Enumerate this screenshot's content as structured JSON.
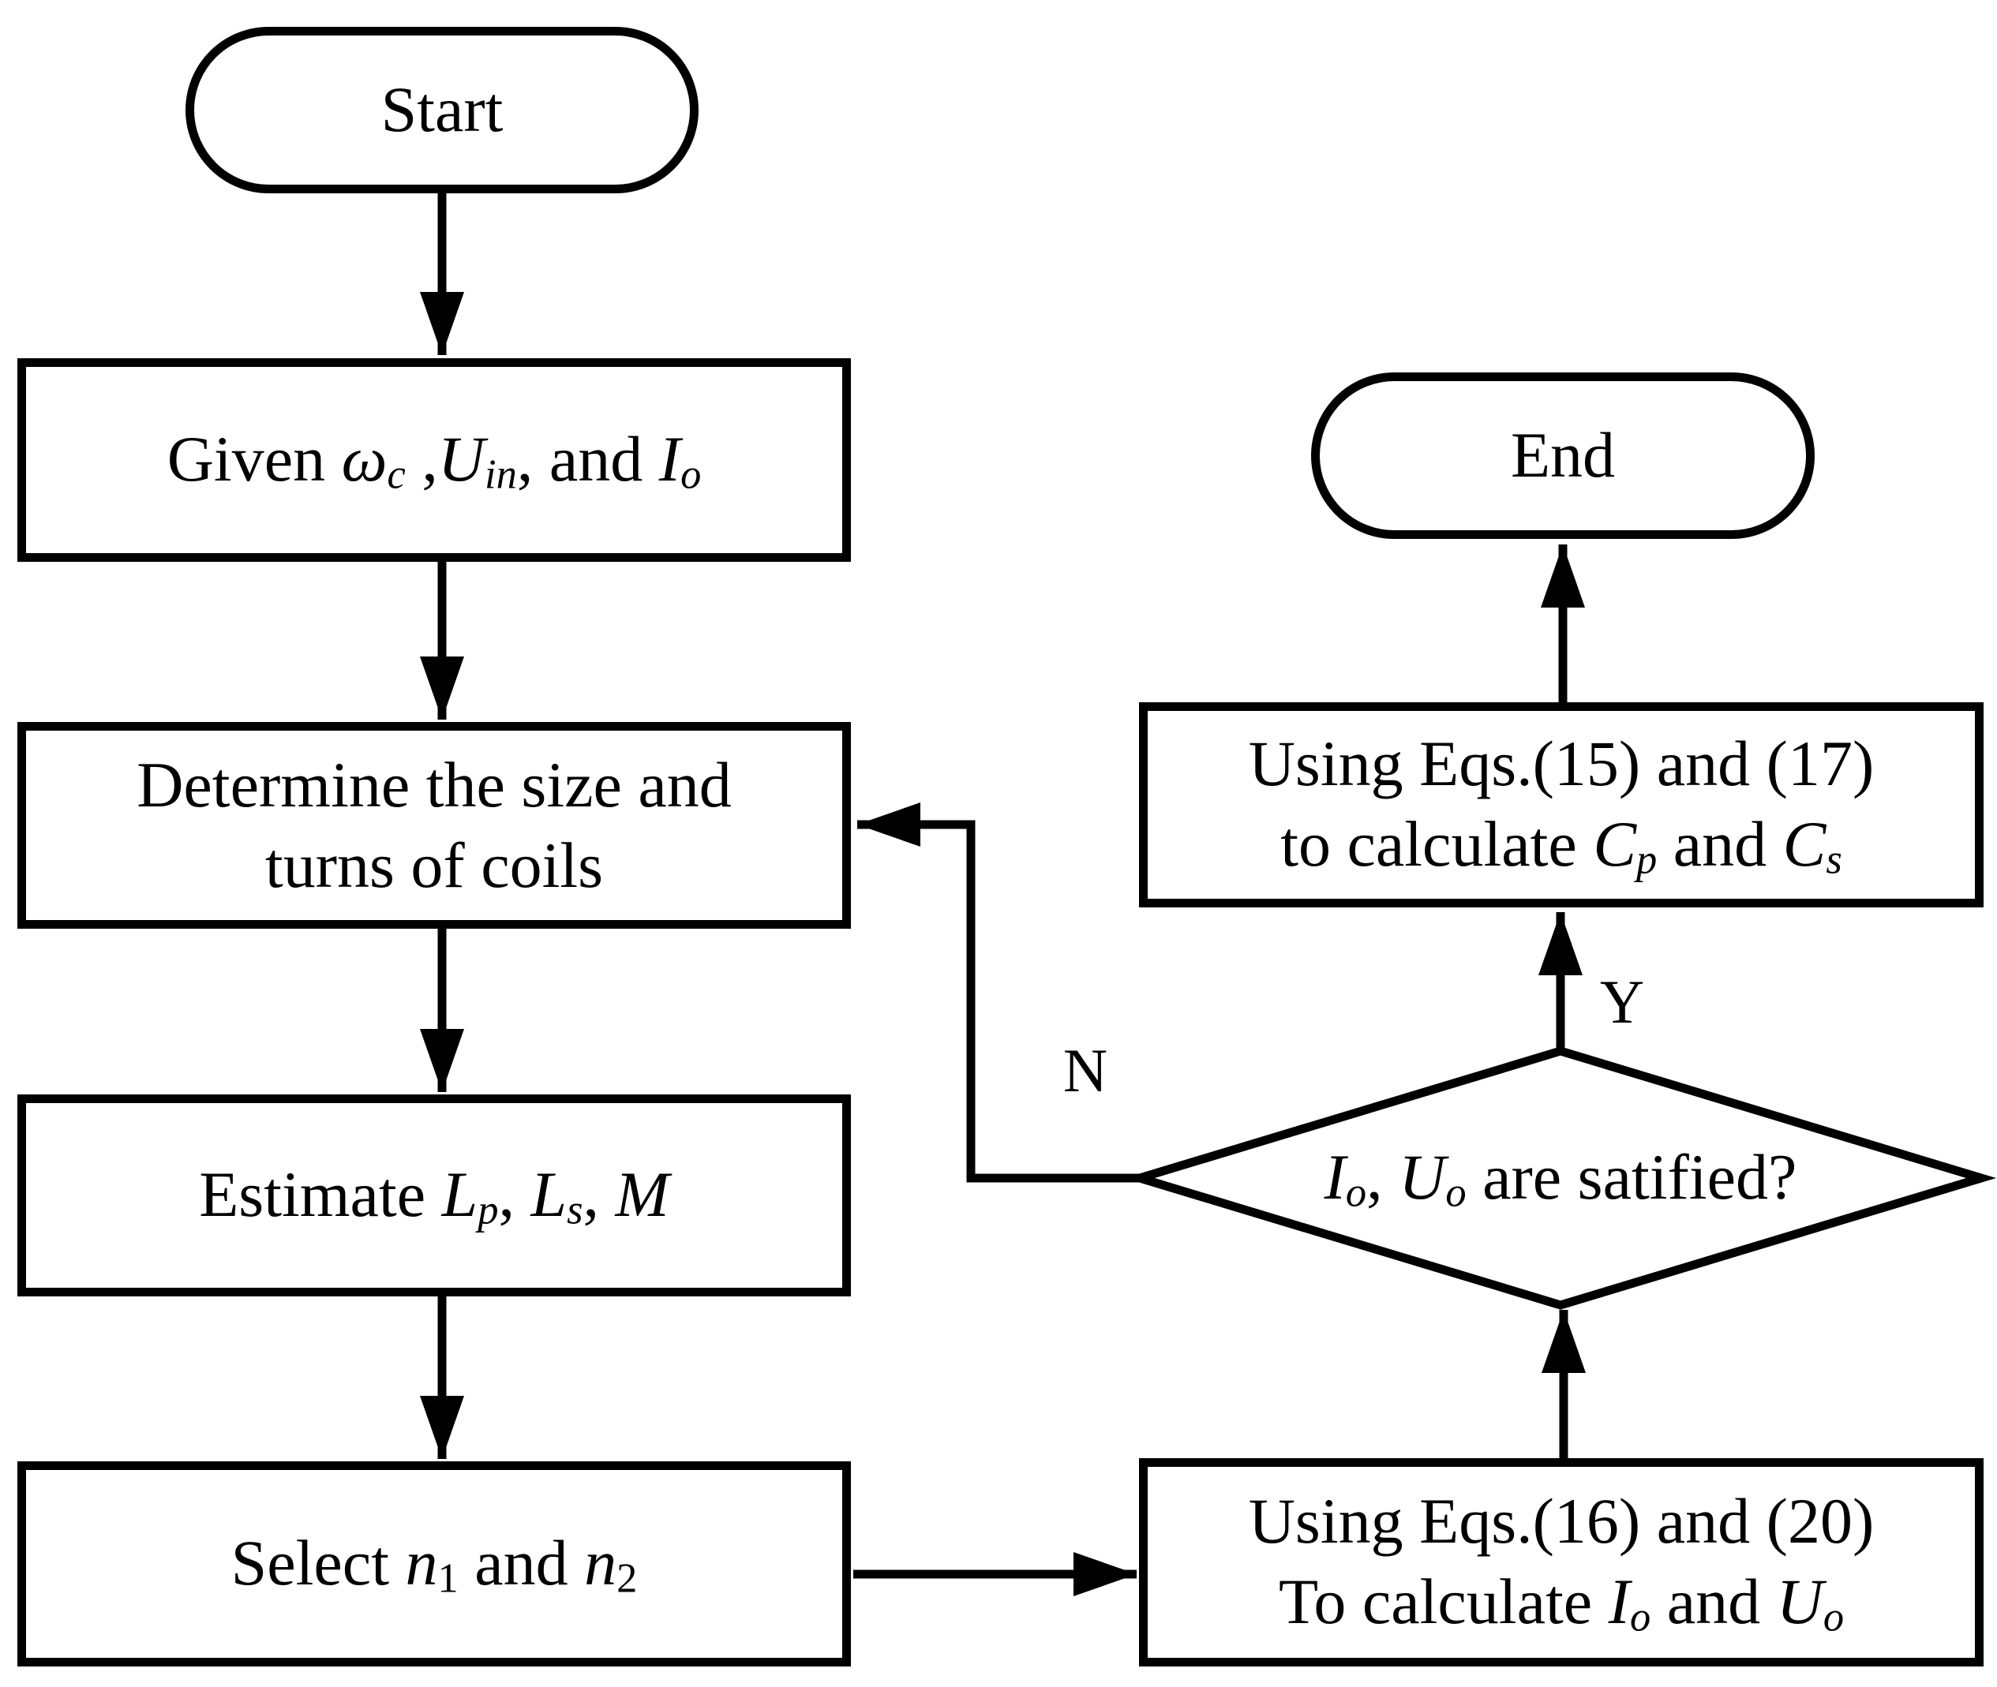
{
  "flowchart": {
    "background": "#ffffff",
    "stroke_color": "#000000",
    "node_fill": "#ffffff",
    "nodes": {
      "start": {
        "type": "terminator",
        "label": "Start"
      },
      "given": {
        "type": "process",
        "lines": [
          [
            {
              "t": "Given "
            },
            {
              "t": "ω",
              "i": 1
            },
            {
              "t": "c",
              "i": 1,
              "s": 1
            },
            {
              "t": " ,"
            },
            {
              "t": "U",
              "i": 1
            },
            {
              "t": "in",
              "i": 1,
              "s": 1
            },
            {
              "t": ", and "
            },
            {
              "t": "I",
              "i": 1
            },
            {
              "t": "o",
              "i": 1,
              "s": 1
            }
          ]
        ]
      },
      "determine": {
        "type": "process",
        "lines": [
          [
            {
              "t": "Determine the size and"
            }
          ],
          [
            {
              "t": "turns of coils"
            }
          ]
        ]
      },
      "estimate": {
        "type": "process",
        "lines": [
          [
            {
              "t": "Estimate "
            },
            {
              "t": "L",
              "i": 1
            },
            {
              "t": "p",
              "i": 1,
              "s": 1
            },
            {
              "t": ", "
            },
            {
              "t": "L",
              "i": 1
            },
            {
              "t": "s",
              "i": 1,
              "s": 1
            },
            {
              "t": ", "
            },
            {
              "t": "M",
              "i": 1
            }
          ]
        ]
      },
      "select": {
        "type": "process",
        "lines": [
          [
            {
              "t": "Select "
            },
            {
              "t": "n",
              "i": 1
            },
            {
              "t": "1",
              "s": 1
            },
            {
              "t": " and "
            },
            {
              "t": "n",
              "i": 1
            },
            {
              "t": "2",
              "s": 1
            }
          ]
        ]
      },
      "calc_io_uo": {
        "type": "process",
        "lines": [
          [
            {
              "t": "Using Eqs.(16) and (20)"
            }
          ],
          [
            {
              "t": "To calculate "
            },
            {
              "t": "I",
              "i": 1
            },
            {
              "t": "o",
              "i": 1,
              "s": 1
            },
            {
              "t": " and "
            },
            {
              "t": "U",
              "i": 1
            },
            {
              "t": "o",
              "i": 1,
              "s": 1
            }
          ]
        ]
      },
      "decision": {
        "type": "decision",
        "lines": [
          [
            {
              "t": "I",
              "i": 1
            },
            {
              "t": "o",
              "i": 1,
              "s": 1
            },
            {
              "t": ", "
            },
            {
              "t": "U",
              "i": 1
            },
            {
              "t": "o",
              "i": 1,
              "s": 1
            },
            {
              "t": " are satified?"
            }
          ]
        ]
      },
      "calc_cp_cs": {
        "type": "process",
        "lines": [
          [
            {
              "t": "Using Eqs.(15) and (17)"
            }
          ],
          [
            {
              "t": "to calculate "
            },
            {
              "t": "C",
              "i": 1
            },
            {
              "t": "p",
              "i": 1,
              "s": 1
            },
            {
              "t": " and "
            },
            {
              "t": "C",
              "i": 1
            },
            {
              "t": "s",
              "i": 1,
              "s": 1
            }
          ]
        ]
      },
      "end": {
        "type": "terminator",
        "label": "End"
      }
    },
    "edge_labels": {
      "no": "N",
      "yes": "Y"
    },
    "edges": [
      {
        "from": "start",
        "to": "given"
      },
      {
        "from": "given",
        "to": "determine"
      },
      {
        "from": "determine",
        "to": "estimate"
      },
      {
        "from": "estimate",
        "to": "select"
      },
      {
        "from": "select",
        "to": "calc_io_uo"
      },
      {
        "from": "calc_io_uo",
        "to": "decision"
      },
      {
        "from": "decision",
        "to": "calc_cp_cs",
        "label": "Y"
      },
      {
        "from": "decision",
        "to": "determine",
        "label": "N"
      },
      {
        "from": "calc_cp_cs",
        "to": "end"
      }
    ]
  }
}
